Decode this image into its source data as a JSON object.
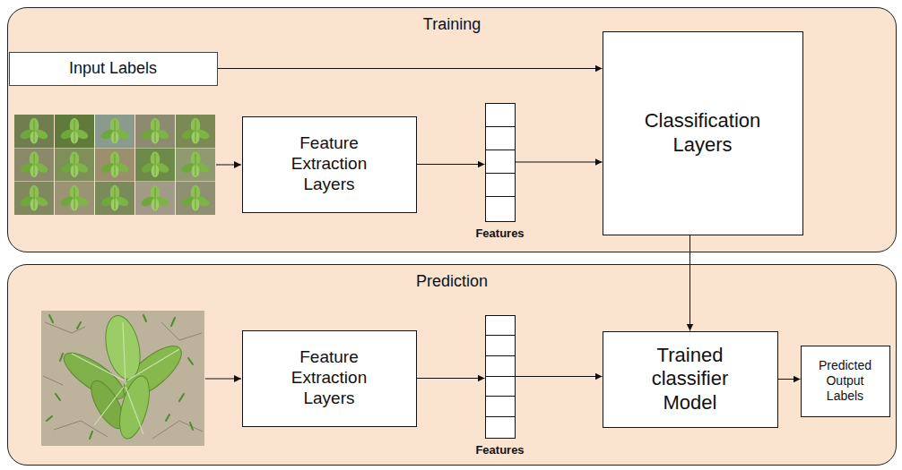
{
  "diagram": {
    "nodes": [
      {
        "text": [
          "Training"
        ]
      },
      {
        "text": [
          "Input Labels"
        ],
        "in": 0
      },
      {
        "text": [
          "Feature Extraction Layers"
        ],
        "in": 0
      },
      {
        "text": [
          "Features"
        ],
        "in": 0
      },
      {
        "text": [
          "Classification Layers"
        ],
        "in": 0
      },
      {
        "text": [
          "Prediction"
        ]
      },
      {
        "text": [
          "Feature Extraction Layers"
        ],
        "in": 5
      },
      {
        "text": [
          "Features"
        ],
        "in": 5
      },
      {
        "text": [
          "Trained classifier Model"
        ],
        "in": 5
      },
      {
        "text": [
          "Predicted Output Labels"
        ],
        "in": 5
      }
    ],
    "edges": [
      {
        "from": 1,
        "to": 4,
        "arrow": "to"
      },
      {
        "from": 2,
        "to": 3,
        "arrow": "to"
      },
      {
        "from": 3,
        "to": 4,
        "arrow": "to"
      },
      {
        "from": 4,
        "to": 8,
        "arrow": "to"
      },
      {
        "from": 6,
        "to": 7,
        "arrow": "to"
      },
      {
        "from": 7,
        "to": 8,
        "arrow": "to"
      },
      {
        "from": 8,
        "to": 9,
        "arrow": "to"
      }
    ]
  }
}
